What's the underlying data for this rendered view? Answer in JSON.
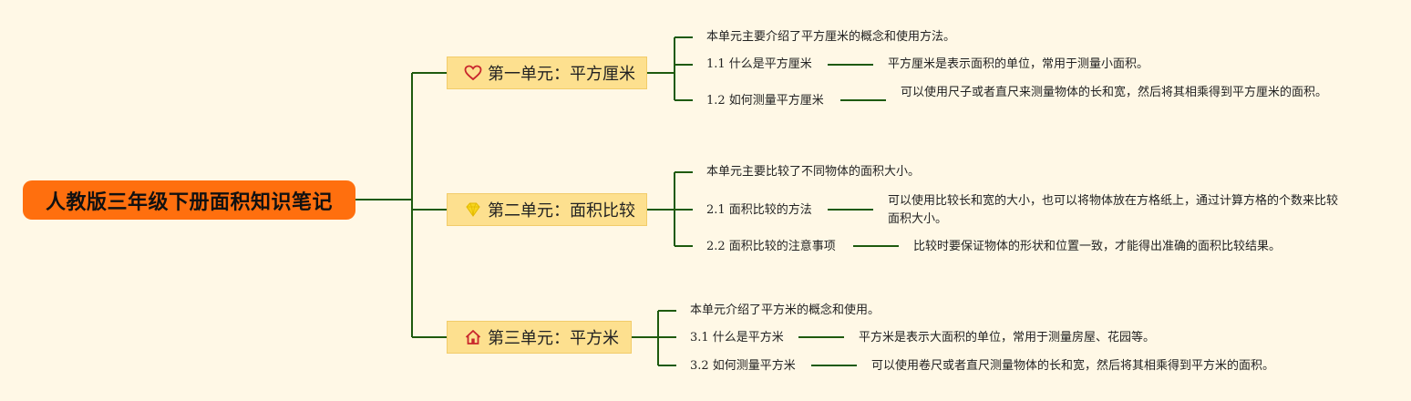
{
  "root": {
    "title": "人教版三年级下册面积知识笔记"
  },
  "colors": {
    "root_bg": "#FF6F0E",
    "unit_bg": "#FDE08F",
    "line": "#1E5A0E",
    "page_bg": "#FFF8E6"
  },
  "units": [
    {
      "title": "第一单元：平方厘米",
      "icon": "heart-icon",
      "intro": "本单元主要介绍了平方厘米的概念和使用方法。",
      "sections": [
        {
          "label": "1.1 什么是平方厘米",
          "detail": "平方厘米是表示面积的单位，常用于测量小面积。"
        },
        {
          "label": "1.2 如何测量平方厘米",
          "detail": "可以使用尺子或者直尺来测量物体的长和宽，然后将其相乘得到平方厘米的面积。"
        }
      ]
    },
    {
      "title": "第二单元：面积比较",
      "icon": "diamond-icon",
      "intro": "本单元主要比较了不同物体的面积大小。",
      "sections": [
        {
          "label": "2.1 面积比较的方法",
          "detail": "可以使用比较长和宽的大小，也可以将物体放在方格纸上，通过计算方格的个数来比较面积大小。"
        },
        {
          "label": "2.2 面积比较的注意事项",
          "detail": "比较时要保证物体的形状和位置一致，才能得出准确的面积比较结果。"
        }
      ]
    },
    {
      "title": "第三单元：平方米",
      "icon": "home-icon",
      "intro": "本单元介绍了平方米的概念和使用。",
      "sections": [
        {
          "label": "3.1 什么是平方米",
          "detail": "平方米是表示大面积的单位，常用于测量房屋、花园等。"
        },
        {
          "label": "3.2 如何测量平方米",
          "detail": "可以使用卷尺或者直尺测量物体的长和宽，然后将其相乘得到平方米的面积。"
        }
      ]
    }
  ]
}
